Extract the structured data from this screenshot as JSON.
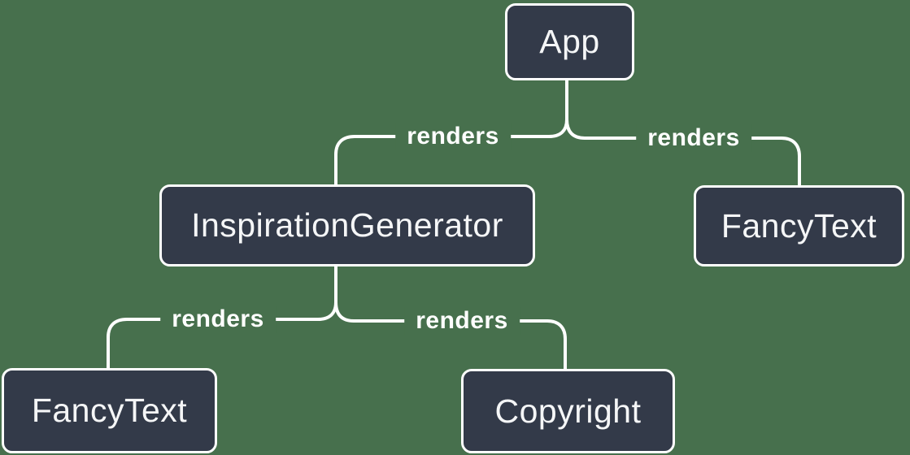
{
  "theme": {
    "background": "#47704D",
    "node_fill": "#333A49",
    "node_border": "#FFFFFF",
    "node_text": "#F5F6F7",
    "edge": "#FFFFFF",
    "label_text": "#FFFFFF"
  },
  "diagram": {
    "type": "component-render-tree",
    "nodes": [
      {
        "id": "app",
        "label": "App"
      },
      {
        "id": "inspiration-generator",
        "label": "InspirationGenerator"
      },
      {
        "id": "fancy-text-right",
        "label": "FancyText"
      },
      {
        "id": "fancy-text-left",
        "label": "FancyText"
      },
      {
        "id": "copyright",
        "label": "Copyright"
      }
    ],
    "edges": [
      {
        "from": "App",
        "to": "InspirationGenerator",
        "label": "renders"
      },
      {
        "from": "App",
        "to": "FancyText",
        "label": "renders"
      },
      {
        "from": "InspirationGenerator",
        "to": "FancyText",
        "label": "renders"
      },
      {
        "from": "InspirationGenerator",
        "to": "Copyright",
        "label": "renders"
      }
    ]
  }
}
